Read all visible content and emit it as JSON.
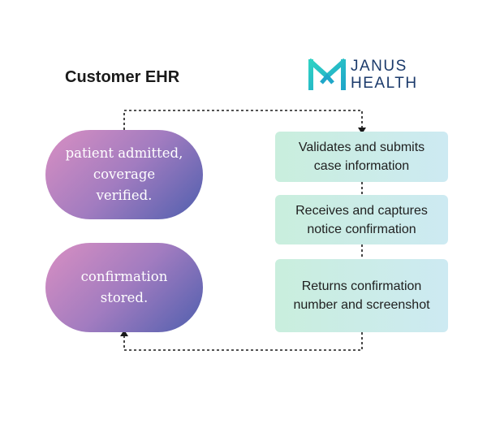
{
  "header": {
    "customer_title": "Customer EHR",
    "logo": {
      "line1": "JANUS",
      "line2": "HEALTH",
      "icon": "janus-mark-icon",
      "colors": [
        "#2fd1c4",
        "#1b3a6b"
      ]
    }
  },
  "customer_steps": [
    {
      "text": "patient admitted, coverage verified."
    },
    {
      "text": "confirmation stored."
    }
  ],
  "janus_steps": [
    {
      "text": "Validates and submits case information"
    },
    {
      "text": "Receives and captures notice confirmation"
    },
    {
      "text": "Returns confirmation number and screenshot"
    }
  ],
  "colors": {
    "pill_gradient": [
      "#d98fc2",
      "#a27cc0",
      "#4f5fae"
    ],
    "box_gradient": [
      "#c9eedd",
      "#cdeaf2"
    ],
    "connector": "#1a1a1a"
  }
}
